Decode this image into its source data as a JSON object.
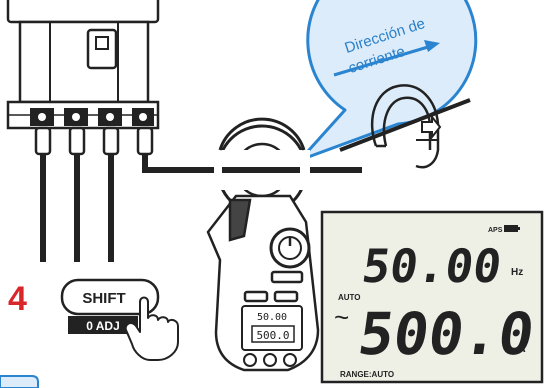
{
  "callout": {
    "line1": "Dirección de",
    "line2": "corriente"
  },
  "step": {
    "number": "4",
    "shift_label": "SHIFT",
    "zero_adj_label": "0 ADJ"
  },
  "meter_small_display": {
    "top_value": "50.00",
    "bottom_value": "500.0"
  },
  "lcd": {
    "aps_indicator": "APS",
    "frequency_value": "50.00",
    "frequency_unit": "Hz",
    "auto_label": "AUTO",
    "ac_symbol": "~",
    "current_value": "500.0",
    "current_unit": "A",
    "range_label": "RANGE:AUTO"
  },
  "colors": {
    "callout_fill": "#dcecfa",
    "callout_stroke": "#2a84d0",
    "callout_text": "#2a7fc8",
    "step_number": "#d9262b",
    "lcd_fill": "#eef0e6",
    "line": "#222222"
  }
}
